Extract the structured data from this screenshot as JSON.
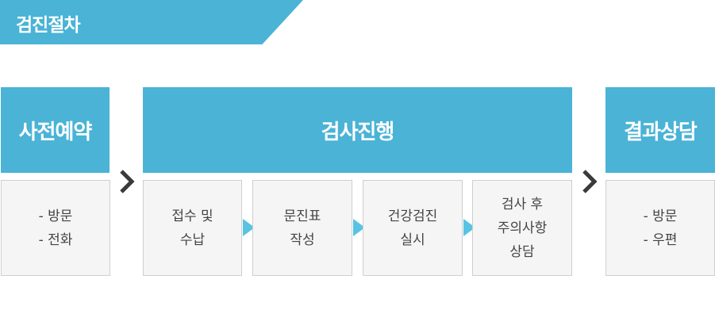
{
  "banner": {
    "title": "검진절차"
  },
  "steps": {
    "reservation": {
      "title": "사전예약",
      "items": [
        "- 방문",
        "- 전화"
      ]
    },
    "exam": {
      "title": "검사진행",
      "substeps": [
        {
          "lines": [
            "접수 및",
            "수납"
          ]
        },
        {
          "lines": [
            "문진표",
            "작성"
          ]
        },
        {
          "lines": [
            "건강검진",
            "실시"
          ]
        },
        {
          "lines": [
            "검사 후",
            "주의사항",
            "상담"
          ]
        }
      ]
    },
    "result": {
      "title": "결과상담",
      "items": [
        "- 방문",
        "- 우편"
      ]
    }
  },
  "colors": {
    "accent": "#4ab3d6",
    "arrow_dark": "#3a3a3a",
    "arrow_light": "#58c3e3",
    "box_bg": "#f5f5f5",
    "box_border": "#cfcfcf"
  }
}
